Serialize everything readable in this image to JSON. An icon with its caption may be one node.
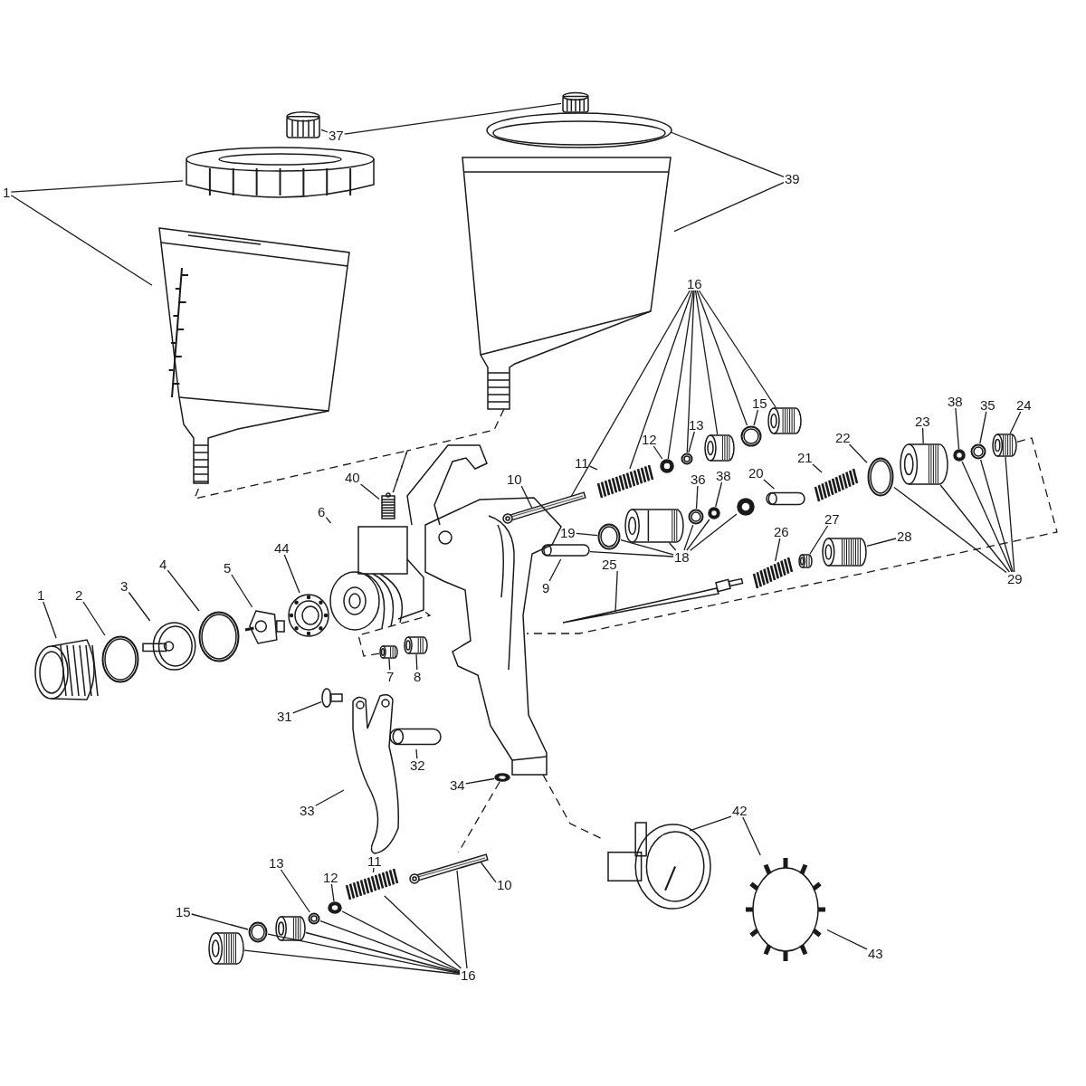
{
  "diagram": {
    "nodes": [
      {
        "text": [
          "37"
        ]
      },
      {
        "text": [],
        "shape": "picture"
      },
      {
        "text": [],
        "shape": "picture"
      },
      {
        "text": [
          "1"
        ]
      },
      {
        "text": [],
        "shape": "picture"
      },
      {
        "text": [],
        "shape": "picture"
      },
      {
        "text": [
          "39"
        ]
      },
      {
        "text": [],
        "shape": "picture"
      },
      {
        "text": [],
        "shape": "picture"
      },
      {
        "text": [
          "16"
        ]
      },
      {
        "text": [
          "15"
        ]
      },
      {
        "text": [
          "13"
        ]
      },
      {
        "text": [
          "12"
        ]
      },
      {
        "text": [
          "11"
        ]
      },
      {
        "text": [
          "10"
        ]
      },
      {
        "text": [],
        "shape": "picture"
      },
      {
        "text": [],
        "shape": "picture"
      },
      {
        "text": [],
        "shape": "picture"
      },
      {
        "text": [],
        "shape": "picture"
      },
      {
        "text": [],
        "shape": "picture"
      },
      {
        "text": [],
        "shape": "picture"
      },
      {
        "text": [],
        "shape": "picture"
      },
      {
        "text": [
          "40"
        ]
      },
      {
        "text": [],
        "shape": "picture"
      },
      {
        "text": [
          "6"
        ]
      },
      {
        "text": [],
        "shape": "picture"
      },
      {
        "text": [
          "1"
        ]
      },
      {
        "text": [
          "2"
        ]
      },
      {
        "text": [
          "3"
        ]
      },
      {
        "text": [
          "4"
        ]
      },
      {
        "text": [
          "5"
        ]
      },
      {
        "text": [
          "44"
        ]
      },
      {
        "text": [],
        "shape": "picture"
      },
      {
        "text": [],
        "shape": "picture"
      },
      {
        "text": [],
        "shape": "picture"
      },
      {
        "text": [],
        "shape": "picture"
      },
      {
        "text": [],
        "shape": "picture"
      },
      {
        "text": [],
        "shape": "picture"
      },
      {
        "text": [
          "7"
        ]
      },
      {
        "text": [
          "8"
        ]
      },
      {
        "text": [],
        "shape": "picture"
      },
      {
        "text": [],
        "shape": "picture"
      },
      {
        "text": [
          "19"
        ]
      },
      {
        "text": [
          "9"
        ]
      },
      {
        "text": [
          "18"
        ]
      },
      {
        "text": [],
        "shape": "picture"
      },
      {
        "text": [],
        "shape": "picture"
      },
      {
        "text": [],
        "shape": "picture"
      },
      {
        "text": [
          "36"
        ]
      },
      {
        "text": [
          "38"
        ]
      },
      {
        "text": [],
        "shape": "picture"
      },
      {
        "text": [],
        "shape": "picture"
      },
      {
        "text": [],
        "shape": "picture"
      },
      {
        "text": [
          "20"
        ]
      },
      {
        "text": [],
        "shape": "picture"
      },
      {
        "text": [
          "21"
        ]
      },
      {
        "text": [],
        "shape": "picture"
      },
      {
        "text": [
          "22"
        ]
      },
      {
        "text": [],
        "shape": "picture"
      },
      {
        "text": [
          "23"
        ]
      },
      {
        "text": [],
        "shape": "picture"
      },
      {
        "text": [
          "38"
        ]
      },
      {
        "text": [
          "35"
        ]
      },
      {
        "text": [
          "24"
        ]
      },
      {
        "text": [],
        "shape": "picture"
      },
      {
        "text": [],
        "shape": "picture"
      },
      {
        "text": [],
        "shape": "picture"
      },
      {
        "text": [
          "29"
        ]
      },
      {
        "text": [
          "25"
        ]
      },
      {
        "text": [],
        "shape": "picture"
      },
      {
        "text": [
          "26"
        ]
      },
      {
        "text": [],
        "shape": "picture"
      },
      {
        "text": [
          "27"
        ]
      },
      {
        "text": [],
        "shape": "picture"
      },
      {
        "text": [
          "28"
        ]
      },
      {
        "text": [],
        "shape": "picture"
      },
      {
        "text": [
          "31"
        ]
      },
      {
        "text": [],
        "shape": "picture"
      },
      {
        "text": [
          "32"
        ]
      },
      {
        "text": [],
        "shape": "picture"
      },
      {
        "text": [
          "33"
        ]
      },
      {
        "text": [],
        "shape": "picture"
      },
      {
        "text": [
          "34"
        ]
      },
      {
        "text": [],
        "shape": "picture"
      },
      {
        "text": [
          "42"
        ]
      },
      {
        "text": [],
        "shape": "picture"
      },
      {
        "text": [
          "43"
        ]
      },
      {
        "text": [],
        "shape": "picture"
      },
      {
        "text": [
          "10"
        ]
      },
      {
        "text": [
          "11"
        ]
      },
      {
        "text": [
          "12"
        ]
      },
      {
        "text": [
          "13"
        ]
      },
      {
        "text": [
          "15"
        ]
      },
      {
        "text": [
          "16"
        ]
      },
      {
        "text": [],
        "shape": "picture"
      },
      {
        "text": [],
        "shape": "picture"
      },
      {
        "text": [],
        "shape": "picture"
      },
      {
        "text": [],
        "shape": "picture"
      },
      {
        "text": [],
        "shape": "picture"
      },
      {
        "text": [],
        "shape": "picture"
      },
      {
        "text": [],
        "shape": "picture"
      },
      {
        "text": [],
        "shape": "picture"
      }
    ],
    "edges": [
      {
        "from": 0,
        "to": 1,
        "arrow": "none"
      },
      {
        "from": 0,
        "to": 2,
        "arrow": "none"
      },
      {
        "from": 3,
        "to": 4,
        "arrow": "none"
      },
      {
        "from": 3,
        "to": 5,
        "arrow": "none"
      },
      {
        "from": 6,
        "to": 7,
        "arrow": "none"
      },
      {
        "from": 6,
        "to": 8,
        "arrow": "none"
      },
      {
        "from": 9,
        "to": 15,
        "arrow": "none"
      },
      {
        "from": 9,
        "to": 16,
        "arrow": "none"
      },
      {
        "from": 9,
        "to": 17,
        "arrow": "none"
      },
      {
        "from": 9,
        "to": 18,
        "arrow": "none"
      },
      {
        "from": 9,
        "to": 19,
        "arrow": "none"
      },
      {
        "from": 9,
        "to": 20,
        "arrow": "none"
      },
      {
        "from": 9,
        "to": 21,
        "arrow": "none"
      },
      {
        "from": 10,
        "to": 20,
        "arrow": "none"
      },
      {
        "from": 11,
        "to": 18,
        "arrow": "none"
      },
      {
        "from": 12,
        "to": 17,
        "arrow": "none"
      },
      {
        "from": 13,
        "to": 16,
        "arrow": "none"
      },
      {
        "from": 14,
        "to": 15,
        "arrow": "none"
      },
      {
        "from": 22,
        "to": 23,
        "arrow": "none"
      },
      {
        "from": 24,
        "to": 25,
        "arrow": "none"
      },
      {
        "from": 26,
        "to": 32,
        "arrow": "none"
      },
      {
        "from": 27,
        "to": 33,
        "arrow": "none"
      },
      {
        "from": 28,
        "to": 34,
        "arrow": "none"
      },
      {
        "from": 29,
        "to": 35,
        "arrow": "none"
      },
      {
        "from": 30,
        "to": 36,
        "arrow": "none"
      },
      {
        "from": 31,
        "to": 37,
        "arrow": "none"
      },
      {
        "from": 38,
        "to": 40,
        "arrow": "none"
      },
      {
        "from": 39,
        "to": 41,
        "arrow": "none"
      },
      {
        "from": 42,
        "to": 45,
        "arrow": "none"
      },
      {
        "from": 43,
        "to": 47,
        "arrow": "none"
      },
      {
        "from": 44,
        "to": 47,
        "arrow": "none"
      },
      {
        "from": 44,
        "to": 45,
        "arrow": "none"
      },
      {
        "from": 44,
        "to": 46,
        "arrow": "none"
      },
      {
        "from": 44,
        "to": 50,
        "arrow": "none"
      },
      {
        "from": 44,
        "to": 51,
        "arrow": "none"
      },
      {
        "from": 44,
        "to": 52,
        "arrow": "none"
      },
      {
        "from": 48,
        "to": 50,
        "arrow": "none"
      },
      {
        "from": 49,
        "to": 51,
        "arrow": "none"
      },
      {
        "from": 53,
        "to": 54,
        "arrow": "none"
      },
      {
        "from": 55,
        "to": 56,
        "arrow": "none"
      },
      {
        "from": 57,
        "to": 58,
        "arrow": "none"
      },
      {
        "from": 59,
        "to": 60,
        "arrow": "none"
      },
      {
        "from": 61,
        "to": 64,
        "arrow": "none"
      },
      {
        "from": 62,
        "to": 65,
        "arrow": "none"
      },
      {
        "from": 63,
        "to": 66,
        "arrow": "none"
      },
      {
        "from": 67,
        "to": 58,
        "arrow": "none"
      },
      {
        "from": 67,
        "to": 60,
        "arrow": "none"
      },
      {
        "from": 67,
        "to": 64,
        "arrow": "none"
      },
      {
        "from": 67,
        "to": 65,
        "arrow": "none"
      },
      {
        "from": 67,
        "to": 66,
        "arrow": "none"
      },
      {
        "from": 68,
        "to": 69,
        "arrow": "none"
      },
      {
        "from": 70,
        "to": 71,
        "arrow": "none"
      },
      {
        "from": 72,
        "to": 73,
        "arrow": "none"
      },
      {
        "from": 74,
        "to": 75,
        "arrow": "none"
      },
      {
        "from": 76,
        "to": 77,
        "arrow": "none"
      },
      {
        "from": 78,
        "to": 79,
        "arrow": "none"
      },
      {
        "from": 80,
        "to": 81,
        "arrow": "none"
      },
      {
        "from": 82,
        "to": 83,
        "arrow": "none"
      },
      {
        "from": 84,
        "to": 85,
        "arrow": "none"
      },
      {
        "from": 84,
        "to": 87,
        "arrow": "none"
      },
      {
        "from": 86,
        "to": 87,
        "arrow": "none"
      },
      {
        "from": 88,
        "to": 94,
        "arrow": "none"
      },
      {
        "from": 89,
        "to": 95,
        "arrow": "none"
      },
      {
        "from": 90,
        "to": 96,
        "arrow": "none"
      },
      {
        "from": 91,
        "to": 97,
        "arrow": "none"
      },
      {
        "from": 92,
        "to": 99,
        "arrow": "none"
      },
      {
        "from": 93,
        "to": 94,
        "arrow": "none"
      },
      {
        "from": 93,
        "to": 95,
        "arrow": "none"
      },
      {
        "from": 93,
        "to": 96,
        "arrow": "none"
      },
      {
        "from": 93,
        "to": 97,
        "arrow": "none"
      },
      {
        "from": 93,
        "to": 98,
        "arrow": "none"
      },
      {
        "from": 93,
        "to": 99,
        "arrow": "none"
      },
      {
        "from": 93,
        "to": 100,
        "arrow": "none"
      },
      {
        "from": 5,
        "to": 23,
        "arrow": "none",
        "style": "dashed"
      },
      {
        "from": 8,
        "to": 23,
        "arrow": "none",
        "style": "dashed"
      },
      {
        "from": 40,
        "to": 25,
        "arrow": "none",
        "style": "dashed"
      },
      {
        "from": 66,
        "to": 101,
        "arrow": "none",
        "style": "dashed"
      },
      {
        "from": 83,
        "to": 94,
        "arrow": "none",
        "style": "dashed"
      },
      {
        "from": 101,
        "to": 85,
        "arrow": "none",
        "style": "dashed"
      }
    ]
  }
}
